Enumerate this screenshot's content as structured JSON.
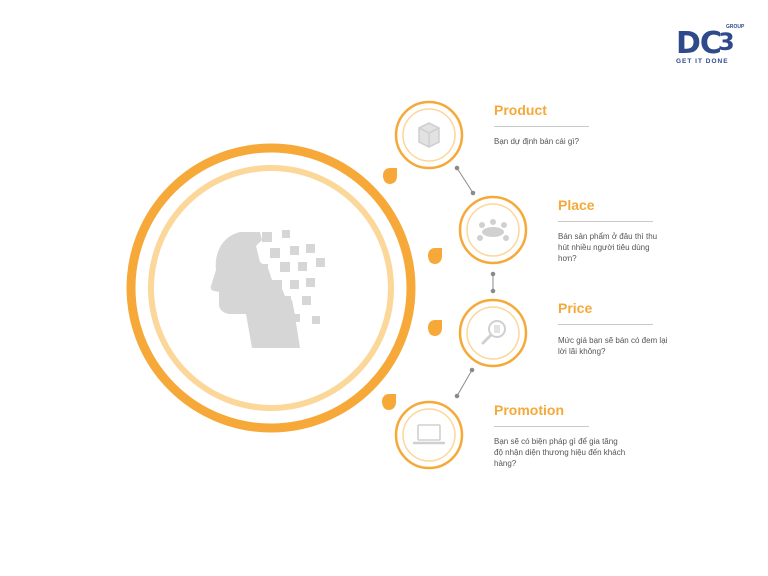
{
  "logo": {
    "mark": "DC",
    "number": "3",
    "superscript": "GROUP",
    "tagline": "GET IT DONE"
  },
  "colors": {
    "accent": "#f6a938",
    "accent_light": "#fbd79a",
    "logo_blue": "#2f4a8a",
    "head_gray": "#d6d6d6",
    "text_gray": "#555555"
  },
  "items": [
    {
      "title": "Product",
      "description": "Bạn dự định bán cái gì?",
      "icon": "box-icon"
    },
    {
      "title": "Place",
      "description": "Bán sản phẩm ở đâu thì thu hút nhiều người tiêu dùng hơn?",
      "icon": "people-meeting-icon"
    },
    {
      "title": "Price",
      "description": "Mức giá bạn sẽ bán có đem lại lời lãi không?",
      "icon": "price-search-icon"
    },
    {
      "title": "Promotion",
      "description": "Bạn sẽ có biện pháp gì để gia tăng độ nhận diện thương hiệu đến khách hàng?",
      "icon": "laptop-icon"
    }
  ],
  "center_icon": "digital-head-icon"
}
